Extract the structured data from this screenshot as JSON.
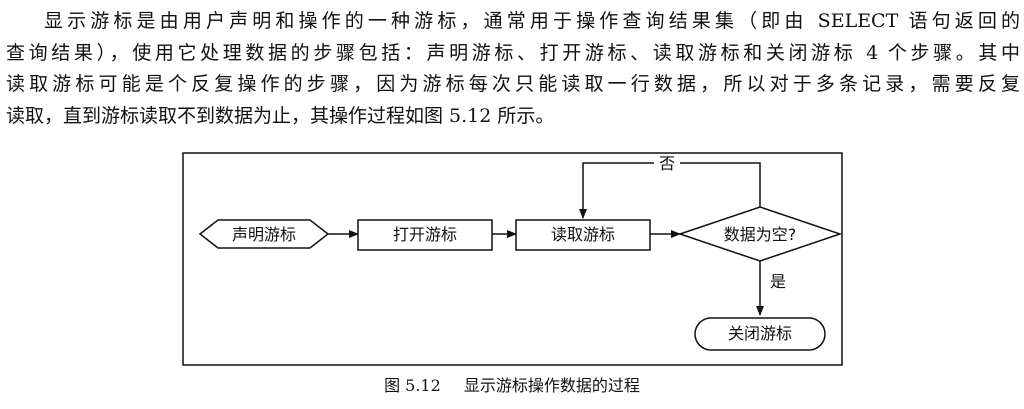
{
  "paragraph": {
    "lines": [
      "显示游标是由用户声明和操作的一种游标，通常用于操作查询结果集（即由 SELECT 语句返回的",
      "查询结果），使用它处理数据的步骤包括：声明游标、打开游标、读取游标和关闭游标 4 个步骤。其中",
      "读取游标可能是个反复操作的步骤，因为游标每次只能读取一行数据，所以对于多条记录，需要反复",
      "读取，直到游标读取不到数据为止，其操作过程如图 5.12 所示。"
    ]
  },
  "diagram": {
    "nodes": {
      "declare": "声明游标",
      "open": "打开游标",
      "fetch": "读取游标",
      "decision": "数据为空?",
      "close": "关闭游标"
    },
    "edges": {
      "no_label": "否",
      "yes_label": "是"
    }
  },
  "caption": {
    "number": "图 5.12",
    "text": "显示游标操作数据的过程"
  }
}
